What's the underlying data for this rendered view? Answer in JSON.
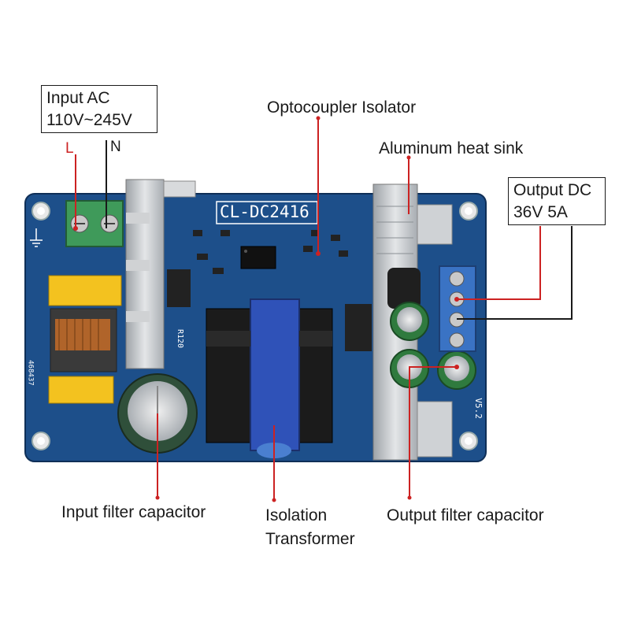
{
  "input_box": {
    "line1": "Input  AC",
    "line2": "110V~245V"
  },
  "terminal_labels": {
    "live": "L",
    "neutral": "N"
  },
  "output_box": {
    "line1": "Output DC",
    "line2": "36V 5A"
  },
  "callouts": {
    "optocoupler": "Optocoupler Isolator",
    "heat_sink": "Aluminum heat sink",
    "input_cap": "Input filter capacitor",
    "transformer_line1": "Isolation",
    "transformer_line2": "Transformer",
    "output_cap": "Output filter capacitor"
  },
  "board_silkscreen": {
    "model": "CL-DC2416",
    "resistor": "R120",
    "version": "V5.2",
    "code": "468437"
  },
  "colors": {
    "pcb": "#1d4f8a",
    "leader_line": "#cc2222",
    "heat_sink": "#c9ccd0",
    "transformer": "#2f52b8"
  }
}
